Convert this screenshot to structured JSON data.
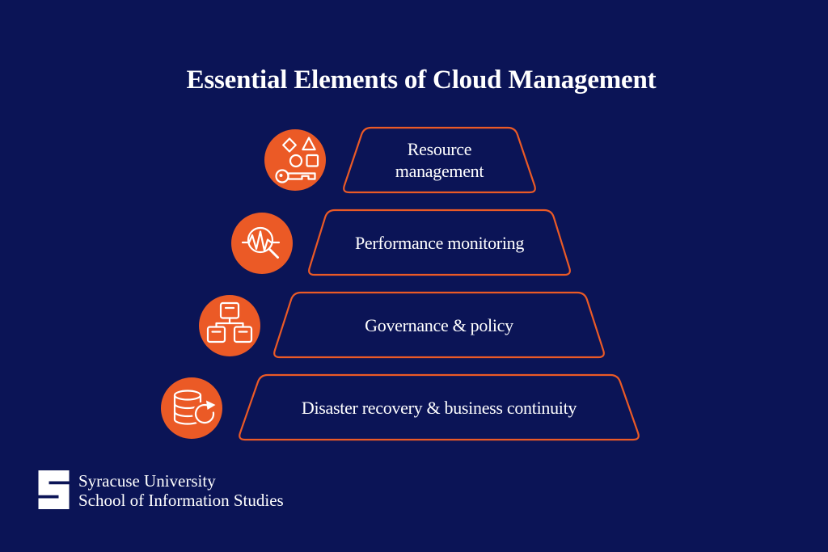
{
  "title": "Essential Elements of Cloud Management",
  "colors": {
    "background": "#0B1456",
    "orange": "#EB5A26",
    "text": "#FFFFFF"
  },
  "pyramid": {
    "rows": [
      {
        "label": "Resource\nmanagement",
        "icon": "shapes-and-key-icon"
      },
      {
        "label": "Performance monitoring",
        "icon": "magnifier-pulse-icon"
      },
      {
        "label": "Governance & policy",
        "icon": "org-chart-icon"
      },
      {
        "label": "Disaster recovery & business continuity",
        "icon": "database-refresh-icon"
      }
    ]
  },
  "logo": {
    "monogram": "S",
    "line1": "Syracuse University",
    "line2": "School of Information Studies"
  }
}
